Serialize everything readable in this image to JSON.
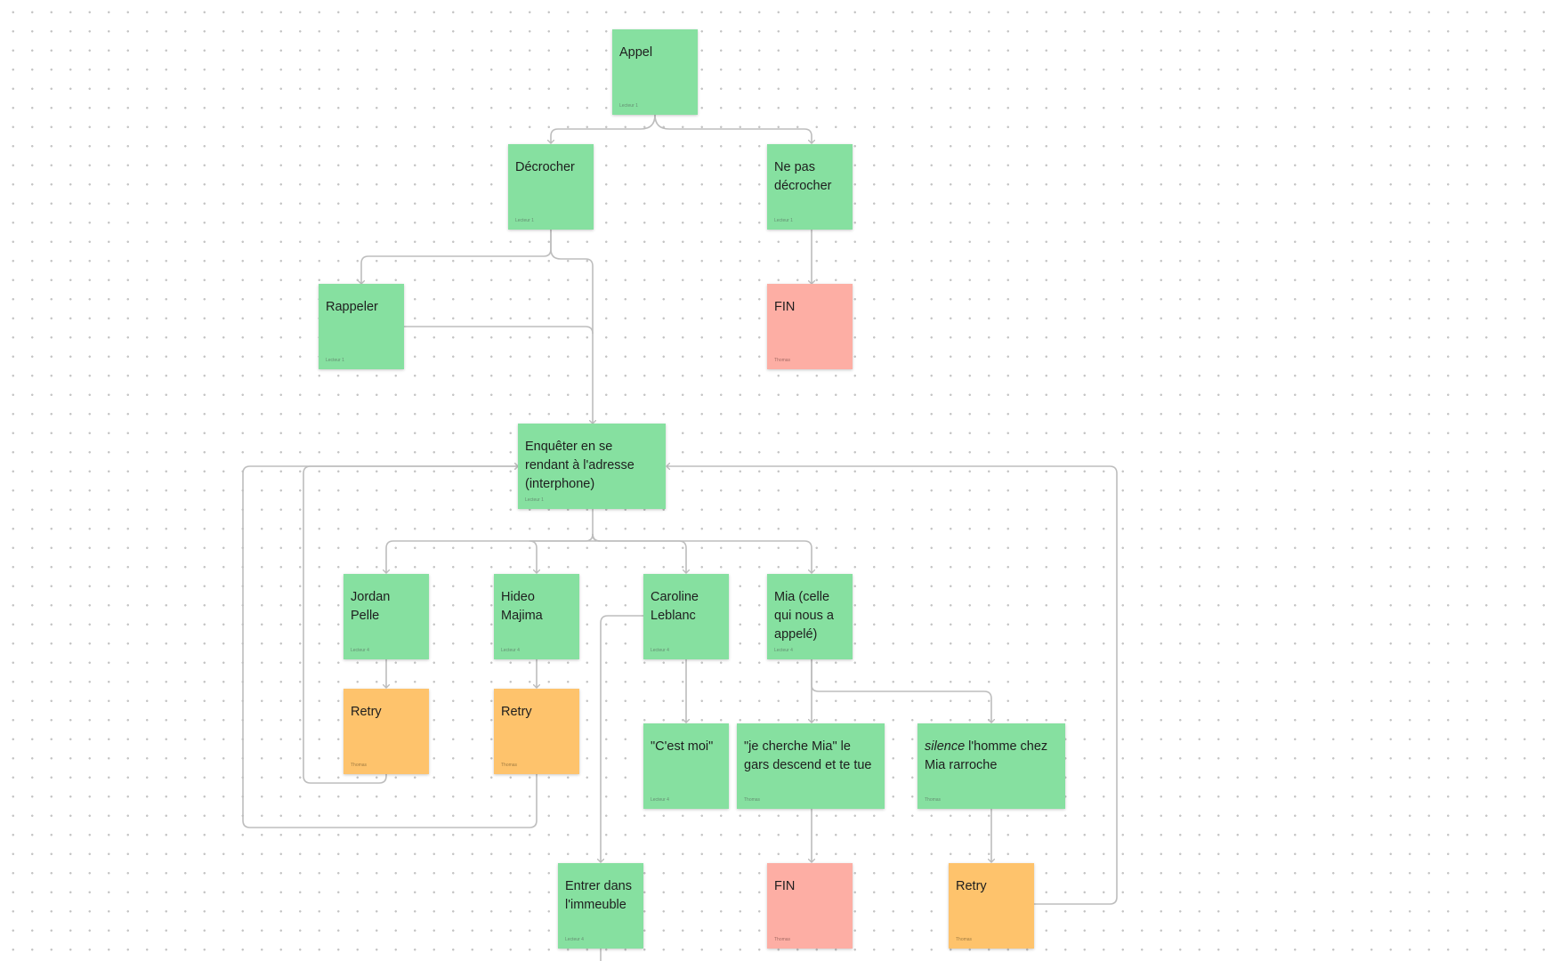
{
  "colors": {
    "green": "#86e0a0",
    "red": "#fdaea4",
    "orange": "#fec36c",
    "connector": "#bdbdbd"
  },
  "notes": {
    "appel": {
      "text": "Appel",
      "author": "Lecteur 1"
    },
    "decrocher": {
      "text": "Décrocher",
      "author": "Lecteur 1"
    },
    "ne_pas_decrocher": {
      "text": "Ne pas\ndécrocher",
      "author": "Lecteur 1"
    },
    "rappeler": {
      "text": "Rappeler",
      "author": "Lecteur 1"
    },
    "fin_1": {
      "text": "FIN",
      "author": "Thomas"
    },
    "enqueter": {
      "text": "Enquêter en se\nrendant à l'adresse\n(interphone)",
      "author": "Lecteur 1"
    },
    "jordan": {
      "text": "Jordan Pelle",
      "author": "Lecteur 4"
    },
    "hideo": {
      "text": "Hideo\nMajima",
      "author": "Lecteur 4"
    },
    "caroline": {
      "text": "Caroline\nLeblanc",
      "author": "Lecteur 4"
    },
    "mia": {
      "text": "Mia (celle\nqui nous a\nappelé)",
      "author": "Lecteur 4"
    },
    "retry_1": {
      "text": "Retry",
      "author": "Thomas"
    },
    "retry_2": {
      "text": "Retry",
      "author": "Thomas"
    },
    "cest_moi": {
      "text": "\"C'est moi\"",
      "author": "Lecteur 4"
    },
    "je_cherche_mia": {
      "text": "\"je cherche Mia\" le\ngars descend et te tue",
      "author": "Thomas"
    },
    "silence": {
      "italic": "silence",
      "text": " l'homme chez\nMia rarroche",
      "author": "Thomas"
    },
    "entrer": {
      "text": "Entrer dans\nl'immeuble",
      "author": "Lecteur 4"
    },
    "fin_2": {
      "text": "FIN",
      "author": "Thomas"
    },
    "retry_3": {
      "text": "Retry",
      "author": "Thomas"
    }
  }
}
